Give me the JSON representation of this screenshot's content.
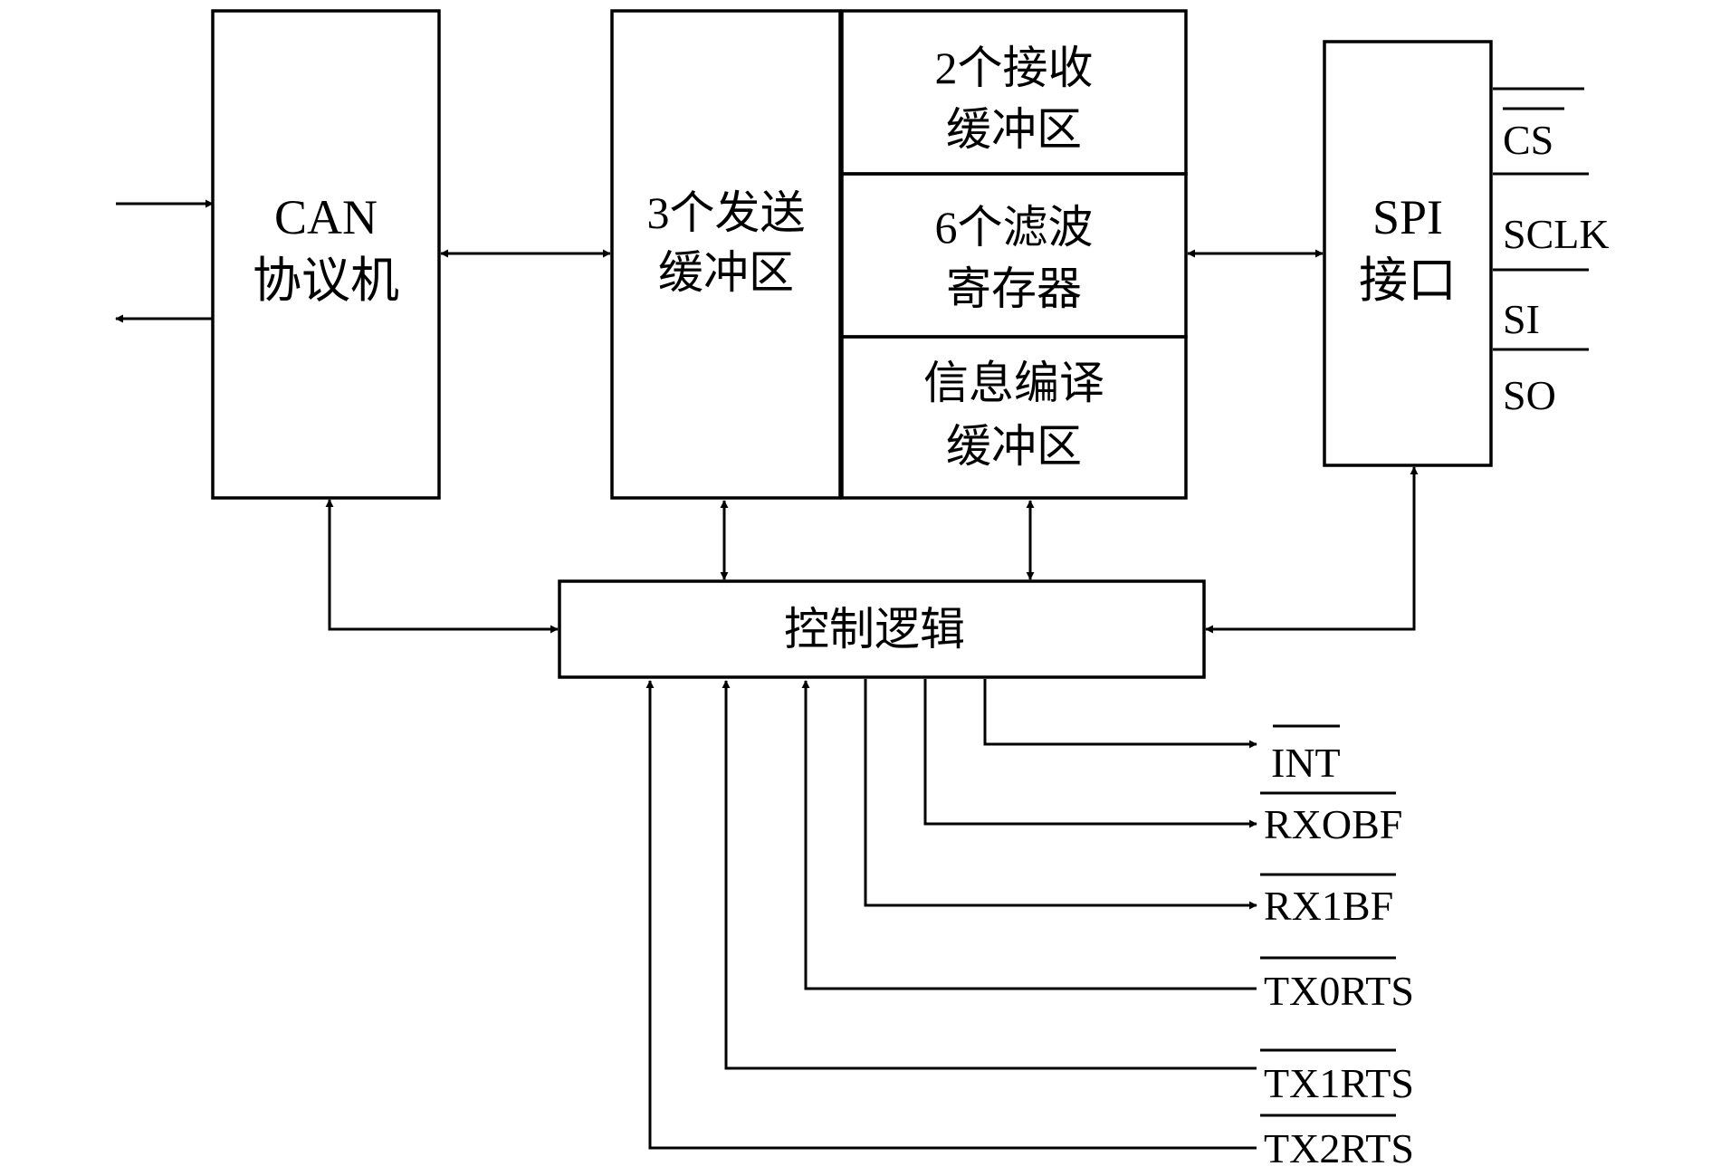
{
  "blocks": {
    "can_protocol": {
      "line1": "CAN",
      "line2": "协议机"
    },
    "tx_buffers": {
      "line1": "3个发送",
      "line2": "缓冲区"
    },
    "rx_buffers": {
      "line1": "2个接收",
      "line2": "缓冲区"
    },
    "filter_registers": {
      "line1": "6个滤波",
      "line2": "寄存器"
    },
    "message_buffer": {
      "line1": "信息编译",
      "line2": "缓冲区"
    },
    "spi_interface": {
      "line1": "SPI",
      "line2": "接口"
    },
    "control_logic": {
      "label": "控制逻辑"
    }
  },
  "spi_pins": [
    "CS",
    "SCLK",
    "SI",
    "SO"
  ],
  "control_pins": [
    "INT",
    "RXOBF",
    "RX1BF",
    "TX0RTS",
    "TX1RTS",
    "TX2RTS"
  ]
}
